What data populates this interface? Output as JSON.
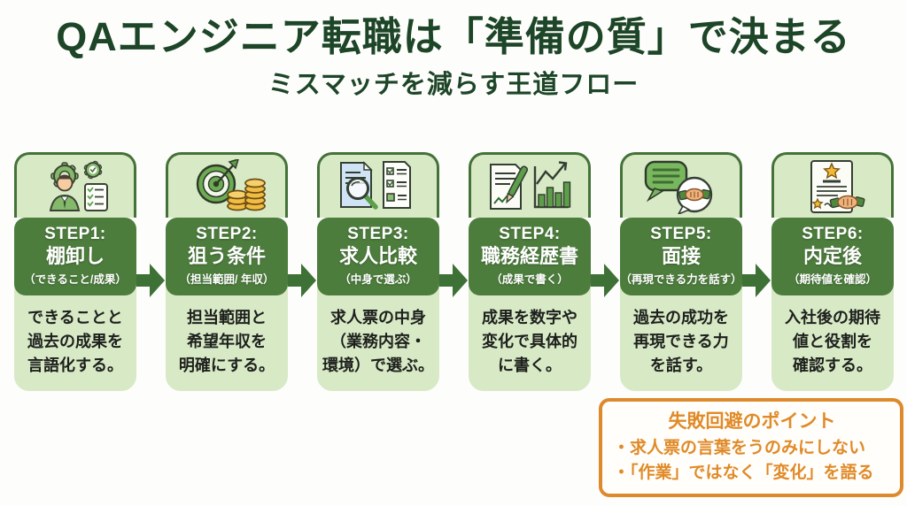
{
  "header": {
    "title": "QAエンジニア転職は「準備の質」で決まる",
    "subtitle": "ミスマッチを減らす王道フロー"
  },
  "colors": {
    "title_green": "#1d4527",
    "band_green": "#4d7d3d",
    "card_light_green": "#d8e9c6",
    "border_green": "#447238",
    "arrow_green": "#3d7136",
    "description_text": "#1d201c",
    "point_orange": "#dd8a2c"
  },
  "steps": [
    {
      "icon": "person-gears-checklist-icon",
      "label": "STEP1:",
      "name": "棚卸し",
      "sub": "（できること/成果）",
      "desc": "できることと\n過去の成果を\n言語化する。"
    },
    {
      "icon": "target-coins-icon",
      "label": "STEP2:",
      "name": "狙う条件",
      "sub": "（担当範囲/ 年収）",
      "desc": "担当範囲と\n希望年収を\n明確にする。"
    },
    {
      "icon": "document-magnifier-checklist-icon",
      "label": "STEP3:",
      "name": "求人比較",
      "sub": "（中身で選ぶ）",
      "desc": "求人票の中身\n（業務内容・\n環境）で選ぶ。"
    },
    {
      "icon": "document-pen-chart-icon",
      "label": "STEP4:",
      "name": "職務経歴書",
      "sub": "（成果で書く）",
      "desc": "成果を数字や\n変化で具体的\nに書く。"
    },
    {
      "icon": "speech-bubbles-handshake-icon",
      "label": "STEP5:",
      "name": "面接",
      "sub": "（再現できる力を話す）",
      "desc": "過去の成功を\n再現できる力\nを話す。"
    },
    {
      "icon": "certificate-handshake-icon",
      "label": "STEP6:",
      "name": "内定後",
      "sub": "（期待値を確認）",
      "desc": "入社後の期待\n値と役割を\n確認する。"
    }
  ],
  "point_box": {
    "title": "失敗回避のポイント",
    "bullets": [
      "・求人票の言葉をうのみにしない",
      "・「作業」ではなく「変化」を語る"
    ]
  }
}
